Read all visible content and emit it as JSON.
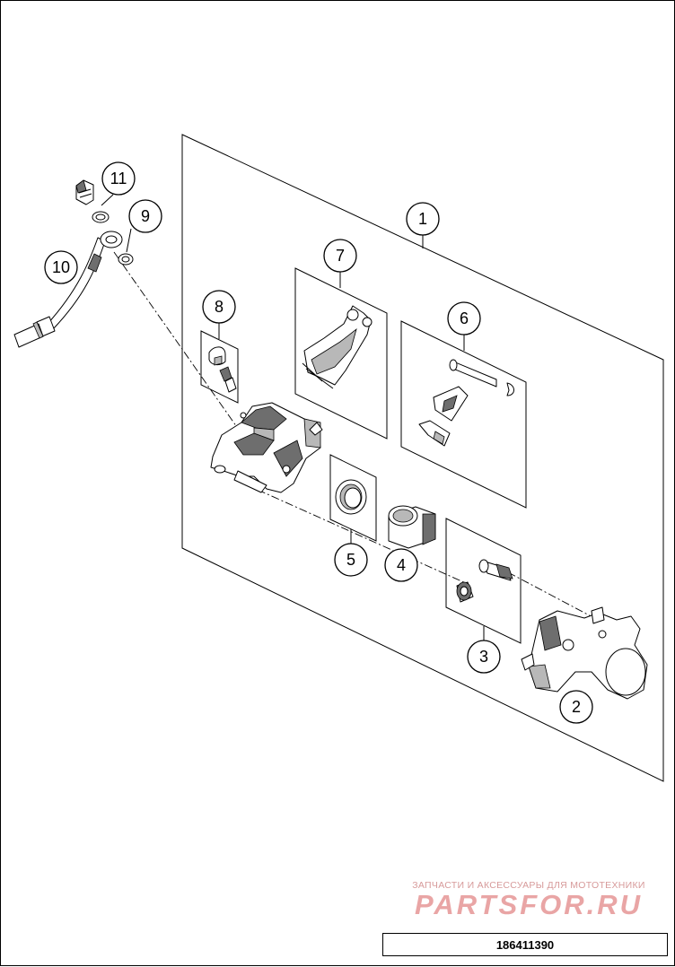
{
  "callouts": {
    "c1": "1",
    "c2": "2",
    "c3": "3",
    "c4": "4",
    "c5": "5",
    "c6": "6",
    "c7": "7",
    "c8": "8",
    "c9": "9",
    "c10": "10",
    "c11": "11"
  },
  "watermark": {
    "tagline": "ЗАПЧАСТИ И АКСЕССУАРЫ ДЛЯ МОТОТЕХНИКИ",
    "logo": "PARTSFOR.RU"
  },
  "diagram_code": "186411390",
  "colors": {
    "line": "#000000",
    "background": "#ffffff",
    "watermark": "#e9a5a5"
  }
}
